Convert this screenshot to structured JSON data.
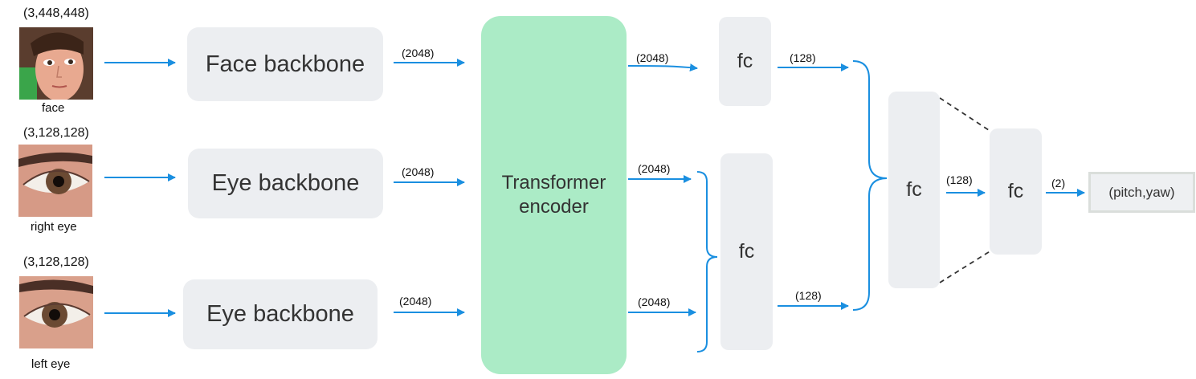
{
  "inputs": {
    "face": {
      "shape": "(3,448,448)",
      "caption": "face"
    },
    "right_eye": {
      "shape": "(3,128,128)",
      "caption": "right eye"
    },
    "left_eye": {
      "shape": "(3,128,128)",
      "caption": "left eye"
    }
  },
  "backbones": {
    "face": "Face backbone",
    "right_eye": "Eye backbone",
    "left_eye": "Eye backbone"
  },
  "encoder": {
    "line1": "Transformer",
    "line2": "encoder"
  },
  "fc_label": "fc",
  "output": "(pitch,yaw)",
  "dims": {
    "bb_face_out": "(2048)",
    "bb_reye_out": "(2048)",
    "bb_leye_out": "(2048)",
    "enc_face_out": "(2048)",
    "enc_reye_out": "(2048)",
    "enc_leye_out": "(2048)",
    "fc_face_out": "(128)",
    "fc_eyes_out": "(128)",
    "fc_merge_out": "(128)",
    "fc_final_out": "(2)"
  },
  "colors": {
    "arrow": "#1a8fe0",
    "box": "#eceef1",
    "encoder": "#abebc6"
  }
}
